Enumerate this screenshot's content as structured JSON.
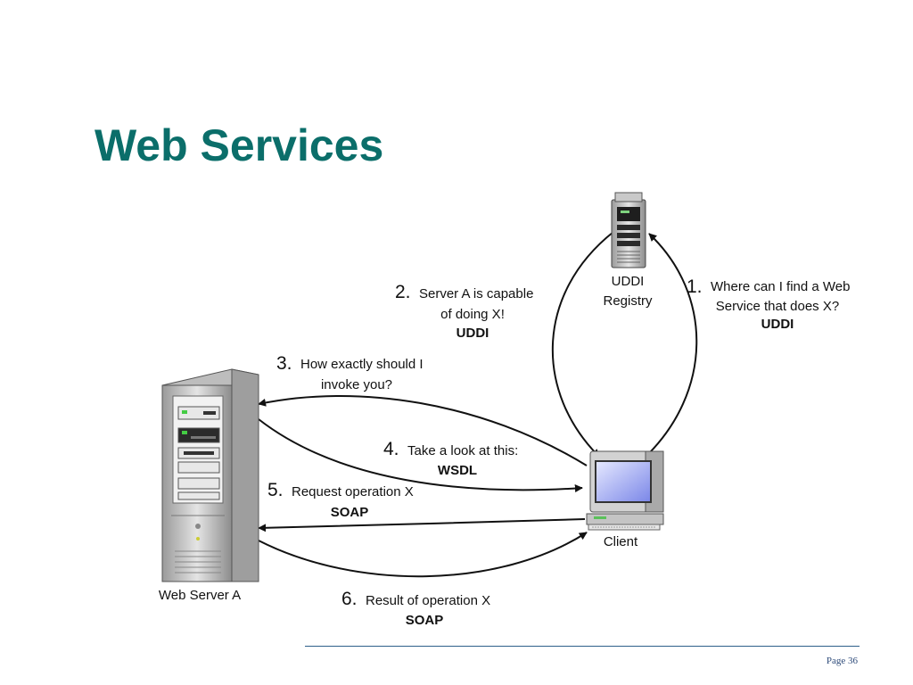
{
  "title": "Web Services",
  "colors": {
    "title": "#0b6e6a",
    "footer_line": "#2e5f8a",
    "page_number": "#2e4b7a"
  },
  "nodes": {
    "uddi_registry": {
      "line1": "UDDI",
      "line2": "Registry",
      "icon": "server-tower-icon"
    },
    "client": {
      "label": "Client",
      "icon": "desktop-computer-icon"
    },
    "web_server": {
      "label": "Web Server A",
      "icon": "server-rack-icon"
    }
  },
  "steps": [
    {
      "number": "1.",
      "lines": [
        "Where can I find a Web",
        "Service that does X?"
      ],
      "protocol": "UDDI"
    },
    {
      "number": "2.",
      "lines": [
        "Server A is capable",
        "of doing X!"
      ],
      "protocol": "UDDI"
    },
    {
      "number": "3.",
      "lines": [
        "How exactly should I",
        "invoke you?"
      ],
      "protocol": ""
    },
    {
      "number": "4.",
      "lines": [
        "Take a look at this:"
      ],
      "protocol": "WSDL"
    },
    {
      "number": "5.",
      "lines": [
        "Request operation X"
      ],
      "protocol": "SOAP"
    },
    {
      "number": "6.",
      "lines": [
        "Result of operation X"
      ],
      "protocol": "SOAP"
    }
  ],
  "footer": {
    "page": "Page 36"
  }
}
